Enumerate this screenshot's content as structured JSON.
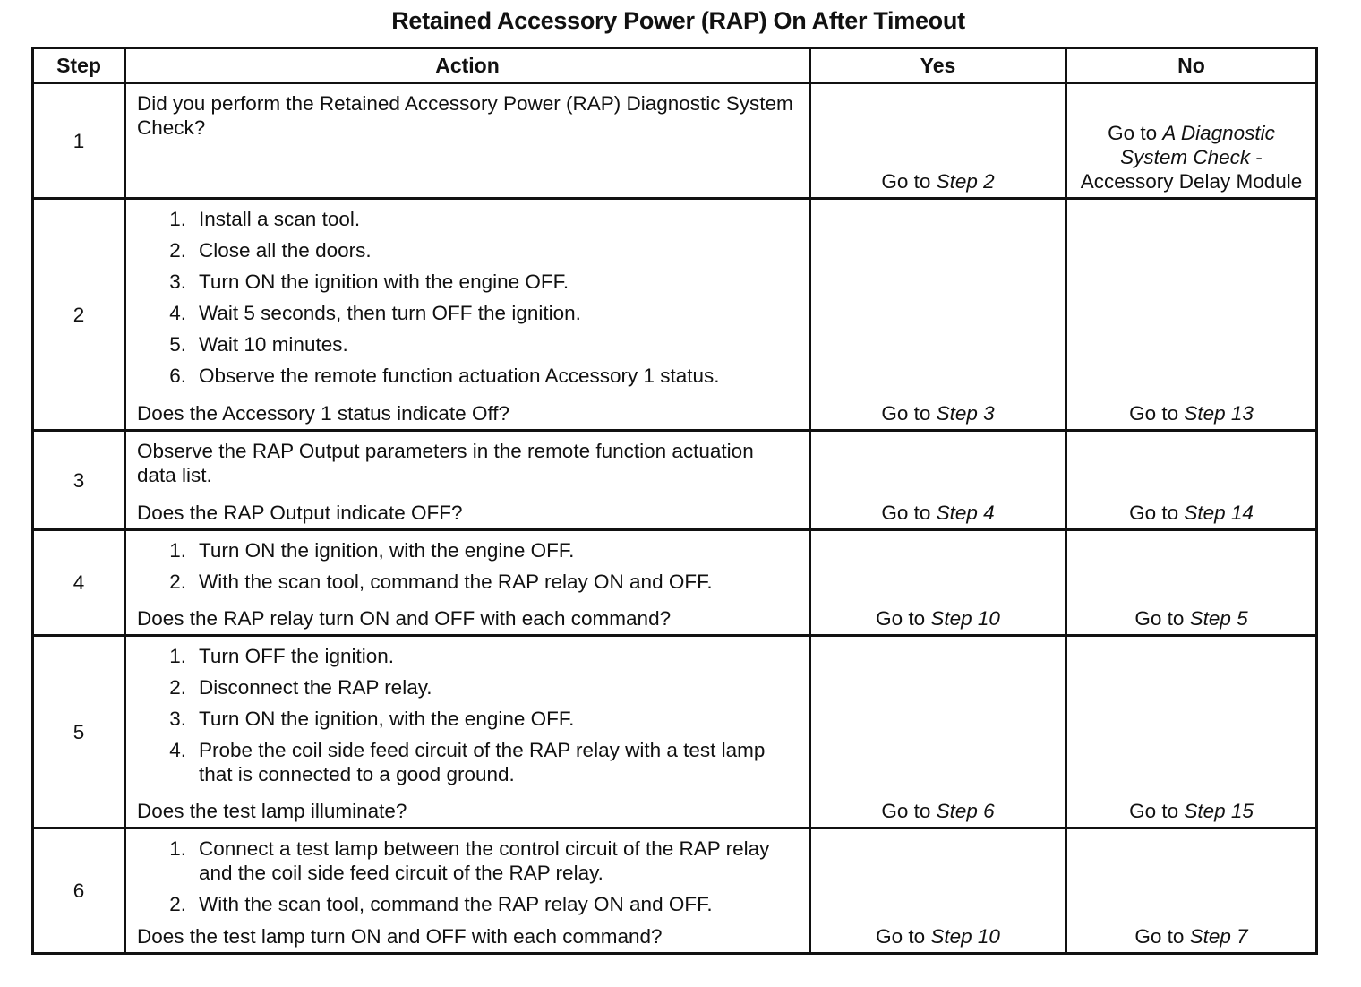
{
  "title": "Retained Accessory Power (RAP) On After Timeout",
  "headers": {
    "step": "Step",
    "action": "Action",
    "yes": "Yes",
    "no": "No"
  },
  "rows": [
    {
      "step": "1",
      "text": "Did you perform the Retained Accessory Power (RAP) Diagnostic System Check?",
      "items": [],
      "question": "",
      "yes": {
        "prefix": "Go to ",
        "target": "Step 2"
      },
      "no": {
        "prefix": "Go to ",
        "target": "A Diagnostic System Check",
        "suffix": " - Accessory  Delay Module"
      }
    },
    {
      "step": "2",
      "text": "",
      "items": [
        "Install a scan tool.",
        "Close all the doors.",
        "Turn ON the ignition with the engine OFF.",
        "Wait 5 seconds, then turn OFF the ignition.",
        "Wait 10 minutes.",
        "Observe the remote function actuation Accessory 1 status."
      ],
      "question": "Does the Accessory 1 status indicate Off?",
      "yes": {
        "prefix": "Go to ",
        "target": "Step 3"
      },
      "no": {
        "prefix": "Go to ",
        "target": "Step 13"
      }
    },
    {
      "step": "3",
      "text": "Observe the RAP Output parameters in the remote function actuation data list.",
      "items": [],
      "question": "Does the RAP Output indicate OFF?",
      "yes": {
        "prefix": "Go to ",
        "target": "Step 4"
      },
      "no": {
        "prefix": "Go to ",
        "target": "Step 14"
      }
    },
    {
      "step": "4",
      "text": "",
      "items": [
        "Turn ON the ignition, with the engine OFF.",
        "With the scan tool, command the RAP relay ON and OFF."
      ],
      "question": "Does the RAP relay turn ON and OFF with each command?",
      "yes": {
        "prefix": "Go to ",
        "target": "Step 10"
      },
      "no": {
        "prefix": "Go to ",
        "target": "Step 5"
      }
    },
    {
      "step": "5",
      "text": "",
      "items": [
        "Turn OFF the ignition.",
        "Disconnect the RAP relay.",
        "Turn ON the ignition, with the engine OFF.",
        "Probe the coil side feed circuit of the RAP relay with a test lamp that is connected to a good ground."
      ],
      "question": "Does the test lamp illuminate?",
      "yes": {
        "prefix": "Go to ",
        "target": "Step 6"
      },
      "no": {
        "prefix": "Go to ",
        "target": "Step 15"
      }
    },
    {
      "step": "6",
      "text": "",
      "items": [
        "Connect a test lamp between the control circuit of the RAP relay and the coil side feed circuit of the RAP relay.",
        "With the scan tool, command the RAP relay ON and OFF."
      ],
      "question": "Does the test lamp turn ON and OFF with each command?",
      "yes": {
        "prefix": "Go to ",
        "target": "Step 10"
      },
      "no": {
        "prefix": "Go to ",
        "target": "Step 7"
      }
    }
  ]
}
